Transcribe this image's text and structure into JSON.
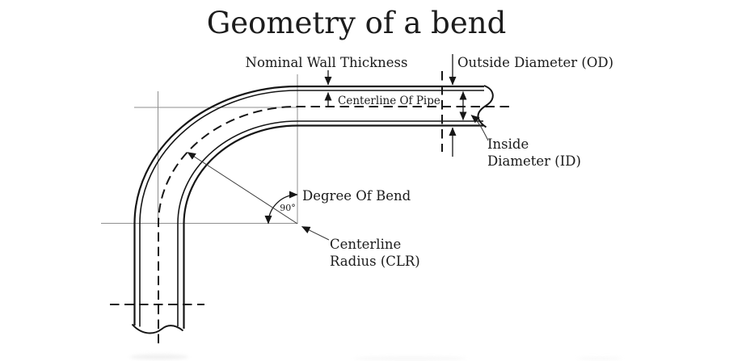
{
  "title": "Geometry of a bend",
  "diagram": {
    "type": "pipe-bend-geometry",
    "bend_angle": "90°",
    "labels": {
      "nominal_wall_thickness": "Nominal Wall Thickness",
      "outside_diameter": "Outside Diameter (OD)",
      "centerline_of_pipe": "Centerline Of Pipe",
      "inside_diameter_line1": "Inside",
      "inside_diameter_line2": "Diameter (ID)",
      "degree_of_bend": "Degree Of Bend",
      "centerline_radius_line1": "Centerline",
      "centerline_radius_line2": "Radius (CLR)"
    },
    "colors": {
      "line": "#161616",
      "construction_line": "#8f8f8f",
      "text": "#1a1a1a",
      "background": "#ffffff"
    }
  }
}
